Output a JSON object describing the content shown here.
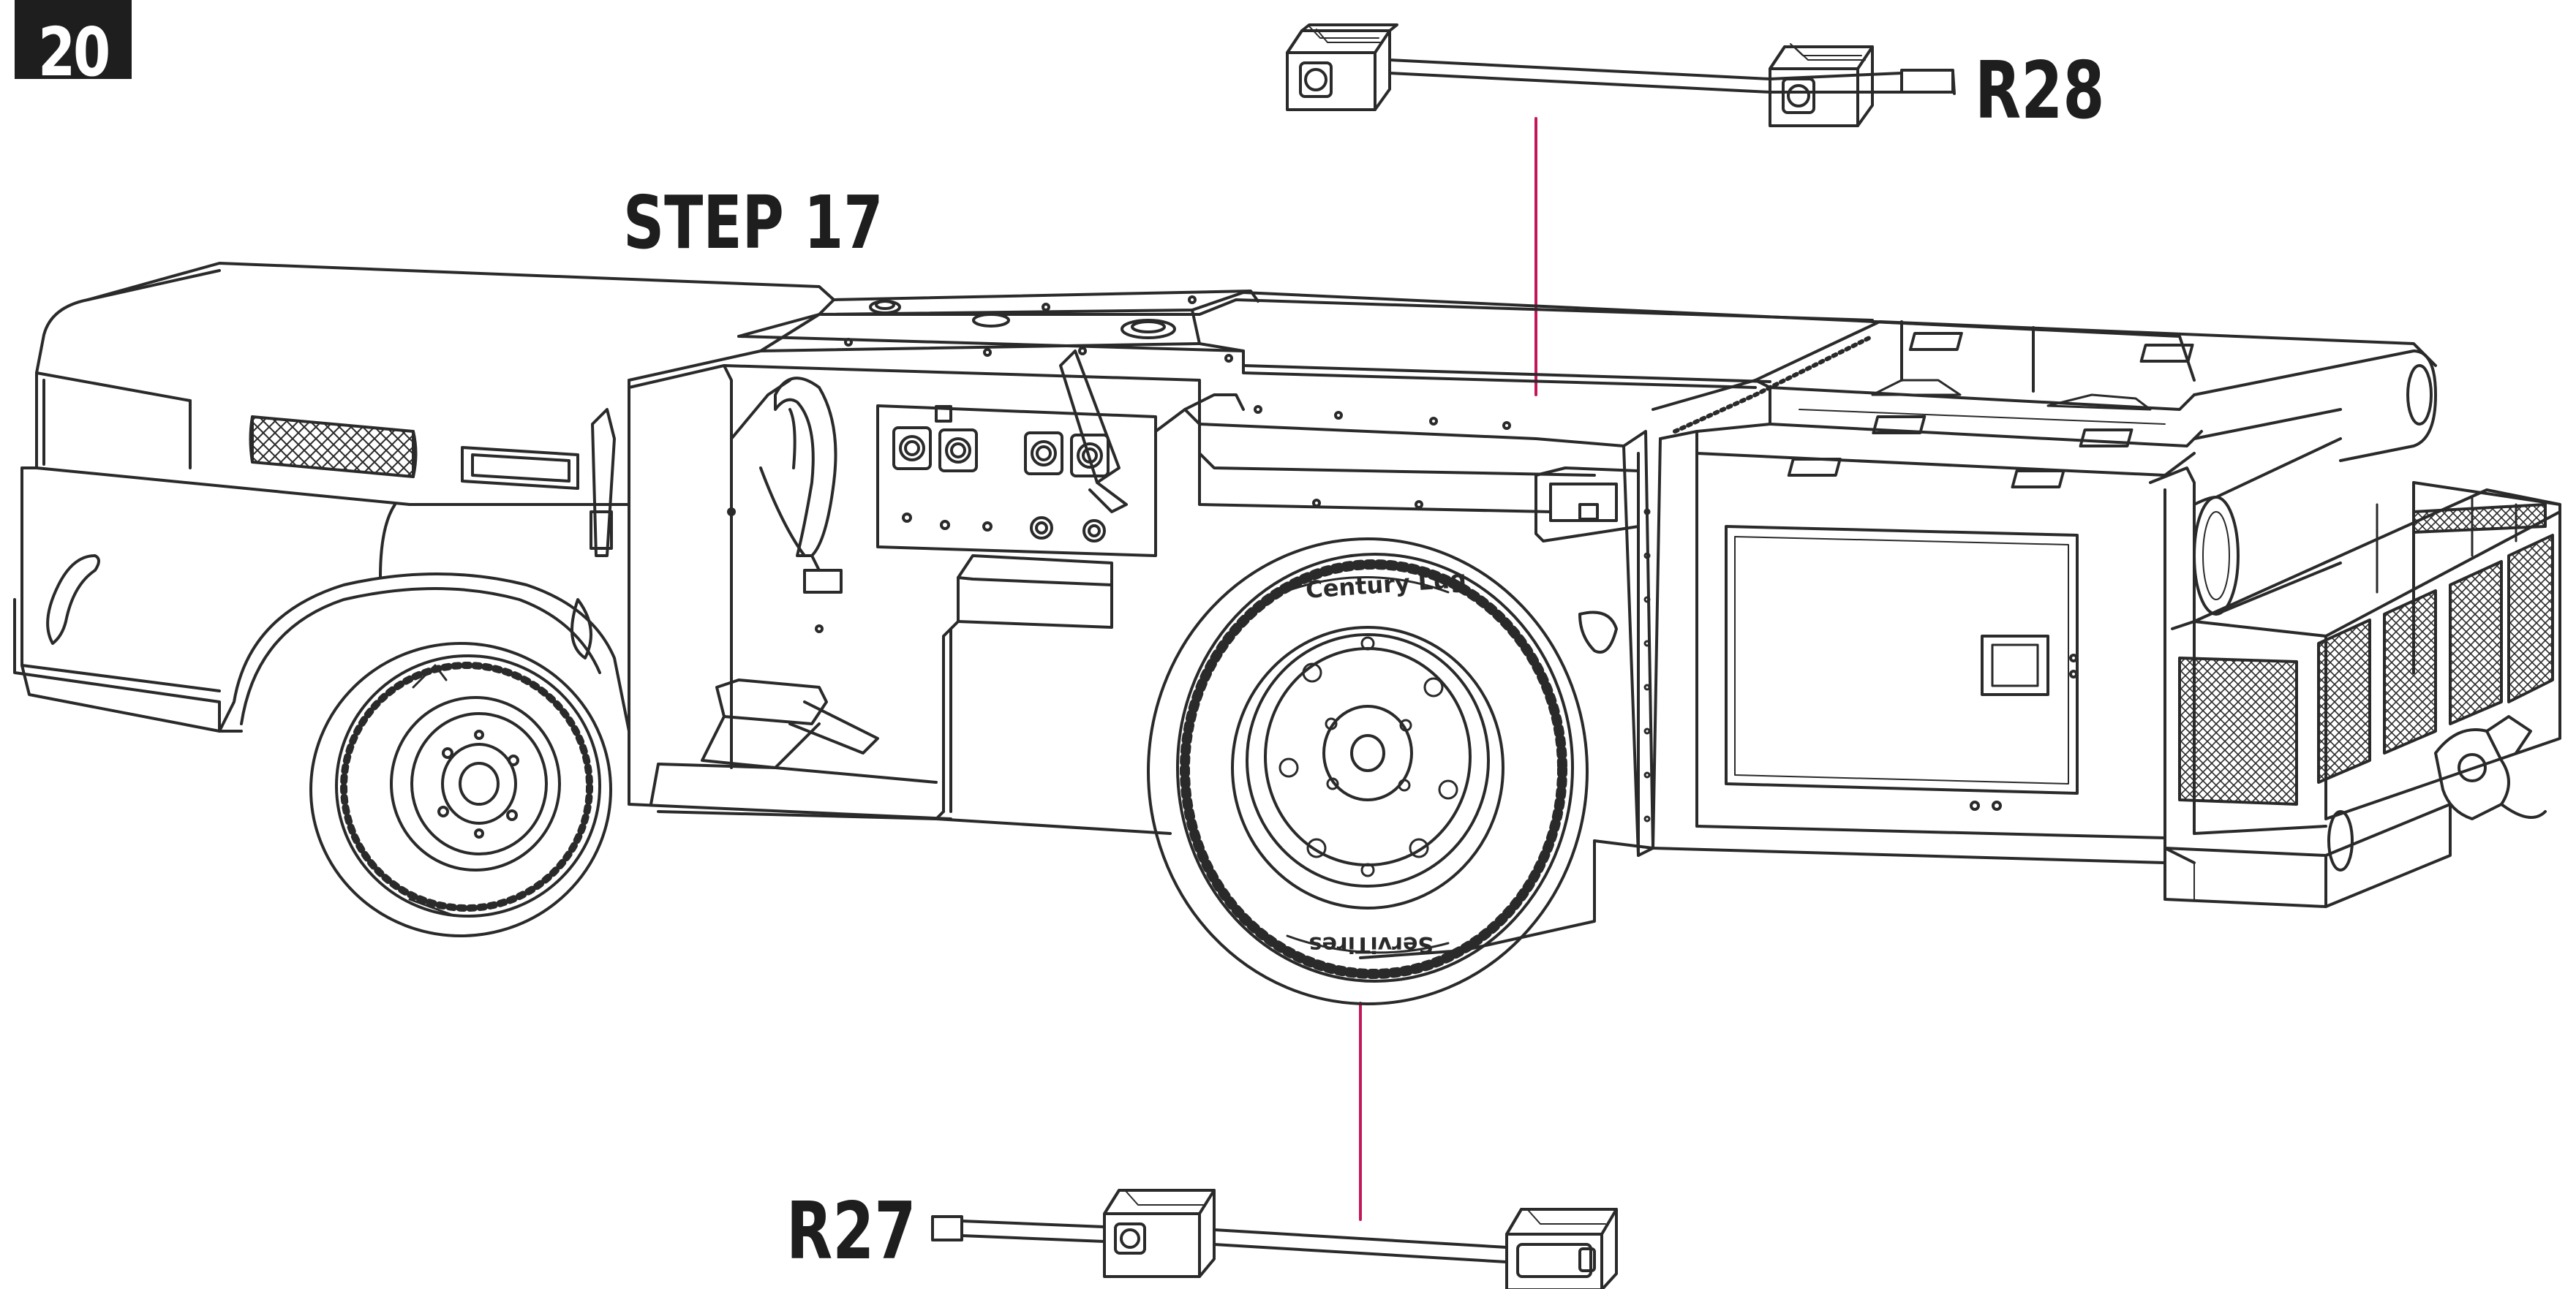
{
  "page": {
    "number": "20"
  },
  "step": {
    "title": "STEP 17"
  },
  "parts": {
    "upper": {
      "code": "R28"
    },
    "lower": {
      "code": "R27"
    }
  },
  "tyres": {
    "rear_sidewall": "Century Lug",
    "rear_sidewall_lower": "ServiTires"
  },
  "colors": {
    "line_art": "#2a2a2a",
    "leader_line": "#c2185b",
    "badge_bg": "#1e1e1e"
  }
}
